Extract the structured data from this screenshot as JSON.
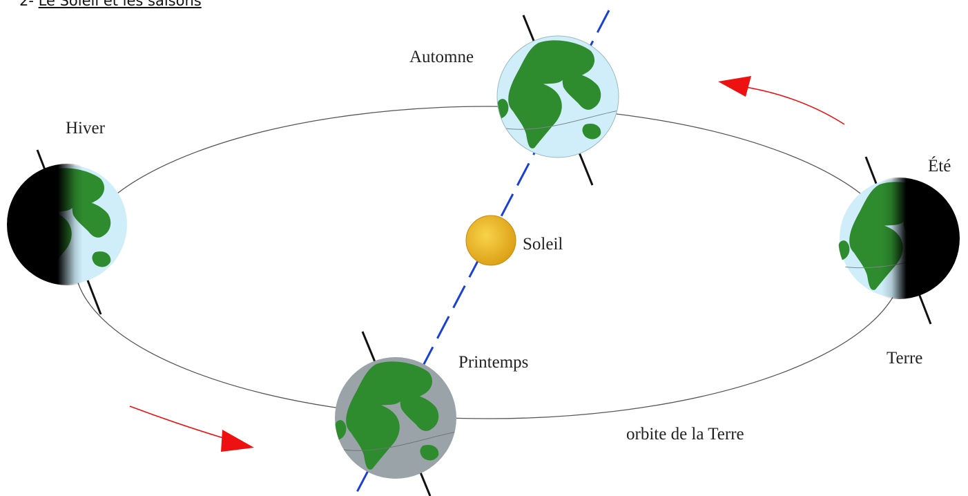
{
  "header": {
    "number": "2-",
    "title": "Le Soleil et les saisons"
  },
  "labels": {
    "autumn": "Automne",
    "winter": "Hiver",
    "summer": "Été",
    "spring": "Printemps",
    "sun": "Soleil",
    "earth": "Terre",
    "orbit": "orbite de la Terre"
  },
  "colors": {
    "ocean": "#cfeefa",
    "land": "#2e8b2e",
    "sun": "#f2b81d",
    "axis_line": "#1a3fd6",
    "arrow": "#ee1111",
    "night": "#000000",
    "spring_shade": "#9aa4a8"
  }
}
